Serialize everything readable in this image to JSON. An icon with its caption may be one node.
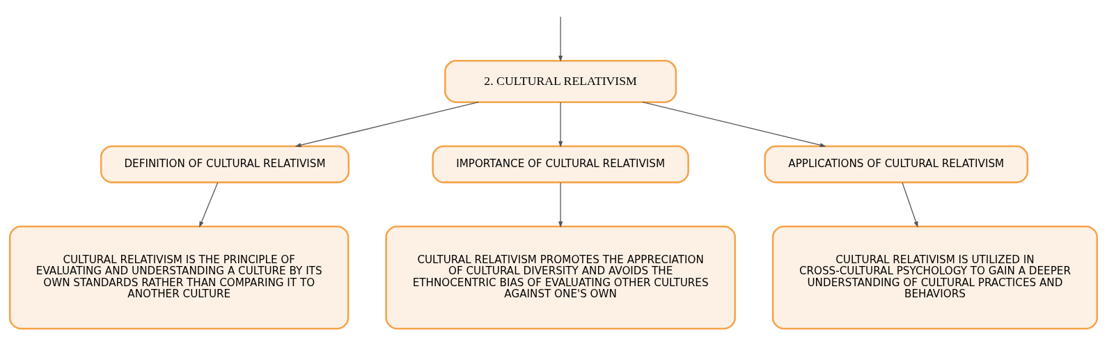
{
  "diagram": {
    "nodes": [
      {
        "text": [
          "2. CULTURAL RELATIVISM"
        ]
      },
      {
        "text": [
          "DEFINITION OF CULTURAL RELATIVISM"
        ]
      },
      {
        "text": [
          "IMPORTANCE OF CULTURAL RELATIVISM"
        ]
      },
      {
        "text": [
          "APPLICATIONS OF CULTURAL RELATIVISM"
        ]
      },
      {
        "text": [
          "CULTURAL RELATIVISM IS THE PRINCIPLE OF EVALUATING AND UNDERSTANDING A CULTURE BY ITS OWN STANDARDS RATHER THAN COMPARING IT TO ANOTHER CULTURE"
        ]
      },
      {
        "text": [
          "CULTURAL RELATIVISM PROMOTES THE APPRECIATION OF CULTURAL DIVERSITY AND AVOIDS THE ETHNOCENTRIC BIAS OF EVALUATING OTHER CULTURES AGAINST ONE'S OWN"
        ]
      },
      {
        "text": [
          "CULTURAL RELATIVISM IS UTILIZED IN CROSS-CULTURAL PSYCHOLOGY TO GAIN A DEEPER UNDERSTANDING OF CULTURAL PRACTICES AND BEHAVIORS"
        ]
      }
    ],
    "edges": [
      {
        "from": null,
        "to": 0,
        "arrow": "to"
      },
      {
        "from": 0,
        "to": 1,
        "arrow": "to"
      },
      {
        "from": 0,
        "to": 2,
        "arrow": "to"
      },
      {
        "from": 0,
        "to": 3,
        "arrow": "to"
      },
      {
        "from": 1,
        "to": 4,
        "arrow": "to"
      },
      {
        "from": 2,
        "to": 5,
        "arrow": "to"
      },
      {
        "from": 3,
        "to": 6,
        "arrow": "to"
      }
    ]
  }
}
